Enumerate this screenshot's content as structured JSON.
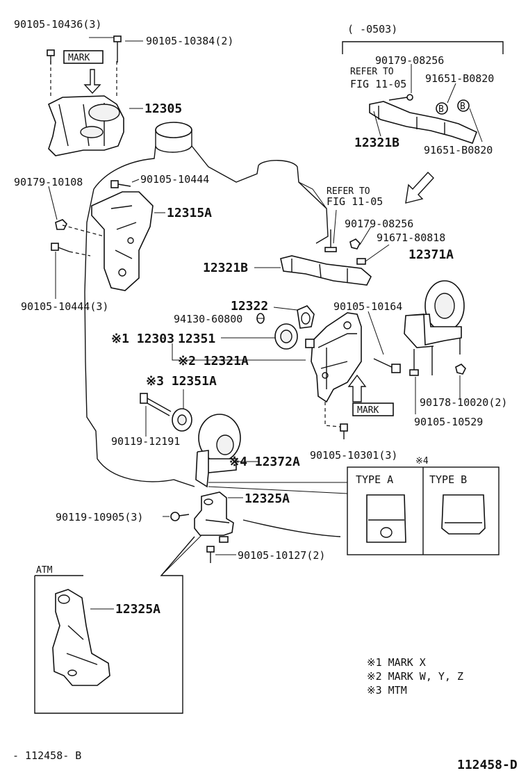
{
  "labels": {
    "p90105_10436": "90105-10436(3)",
    "p90105_10384": "90105-10384(2)",
    "mark_top": "MARK",
    "p12305": "12305",
    "p90179_10108": "90179-10108",
    "p90105_10444": "90105-10444",
    "p12315A": "12315A",
    "p90105_10444_3": "90105-10444(3)",
    "range": "(      -0503)",
    "p90179_08256_a": "90179-08256",
    "refer_a": "REFER TO",
    "fig_a": "FIG 11-05",
    "p91651_B0820_a": "91651-B0820",
    "p12321B_a": "12321B",
    "p91651_B0820_b": "91651-B0820",
    "refer_b": "REFER TO",
    "fig_b": "FIG 11-05",
    "p90179_08256_b": "90179-08256",
    "p91671_80818": "91671-80818",
    "p12371A": "12371A",
    "p12321B_b": "12321B",
    "p12322": "12322",
    "p94130_60800": "94130-60800",
    "p90105_10164": "90105-10164",
    "p12303": "※1 12303",
    "p12351": "12351",
    "p12321A": "※2 12321A",
    "p12351A": "※3 12351A",
    "mark_mid": "MARK",
    "p90105_10529": "90105-10529",
    "p90178_10020": "90178-10020(2)",
    "p90119_12191": "90119-12191",
    "p90105_10301": "90105-10301(3)",
    "note4a": "※4",
    "p12372A": "※4 12372A",
    "type_a": "TYPE A",
    "type_b": "TYPE B",
    "p12325A": "12325A",
    "p90119_10905": "90119-10905(3)",
    "p90105_10127": "90105-10127(2)",
    "atm": "ATM",
    "p12325A_atm": "12325A",
    "note1": "※1  MARK  X",
    "note2": "※2  MARK  W, Y, Z",
    "note3": "※3  MTM",
    "footer_left": "- 112458- B",
    "footer_right": "112458-D",
    "callout_b": "B"
  }
}
